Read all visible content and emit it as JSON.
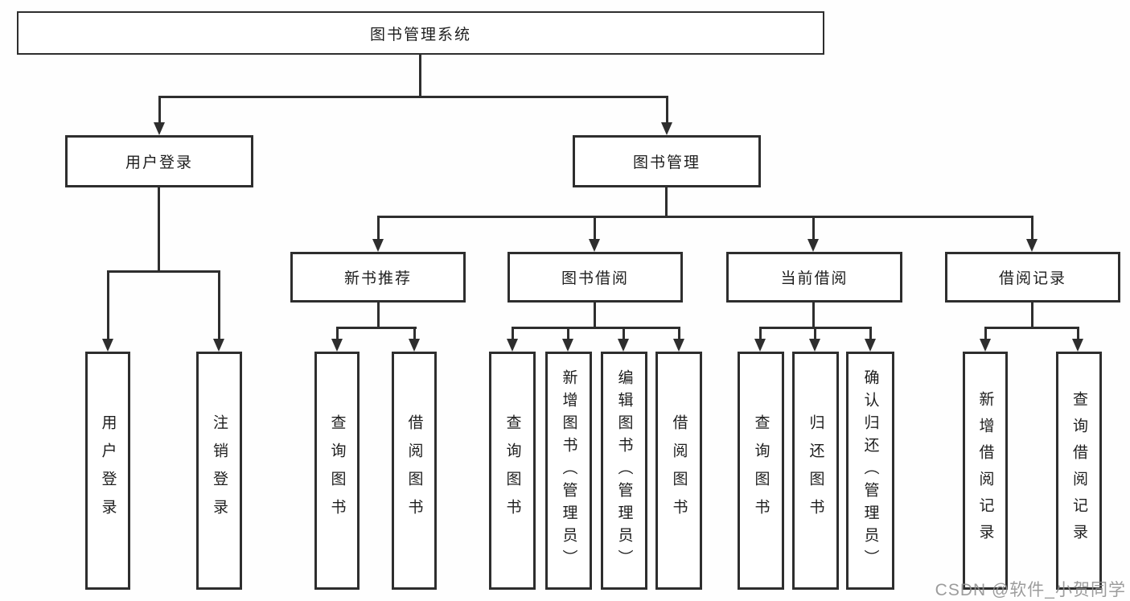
{
  "diagram": {
    "type": "hierarchy-tree",
    "title": "图书管理系统",
    "tree": {
      "label": "图书管理系统",
      "children": [
        {
          "label": "用户登录",
          "children": [
            {
              "label": "用户登录"
            },
            {
              "label": "注销登录"
            }
          ]
        },
        {
          "label": "图书管理",
          "children": [
            {
              "label": "新书推荐",
              "children": [
                {
                  "label": "查询图书"
                },
                {
                  "label": "借阅图书"
                }
              ]
            },
            {
              "label": "图书借阅",
              "children": [
                {
                  "label": "查询图书"
                },
                {
                  "label": "新增图书（管理员）"
                },
                {
                  "label": "编辑图书（管理员）"
                },
                {
                  "label": "借阅图书"
                }
              ]
            },
            {
              "label": "当前借阅",
              "children": [
                {
                  "label": "查询图书"
                },
                {
                  "label": "归还图书"
                },
                {
                  "label": "确认归还（管理员）"
                }
              ]
            },
            {
              "label": "借阅记录",
              "children": [
                {
                  "label": "新增借阅记录"
                },
                {
                  "label": "查询借阅记录"
                }
              ]
            }
          ]
        }
      ]
    },
    "watermark": "CSDN @软件_小贺同学",
    "colors": {
      "line": "#2e2e2e",
      "text": "#1e1e1e",
      "background": "#ffffff",
      "watermark": "#8f8f8f"
    }
  }
}
